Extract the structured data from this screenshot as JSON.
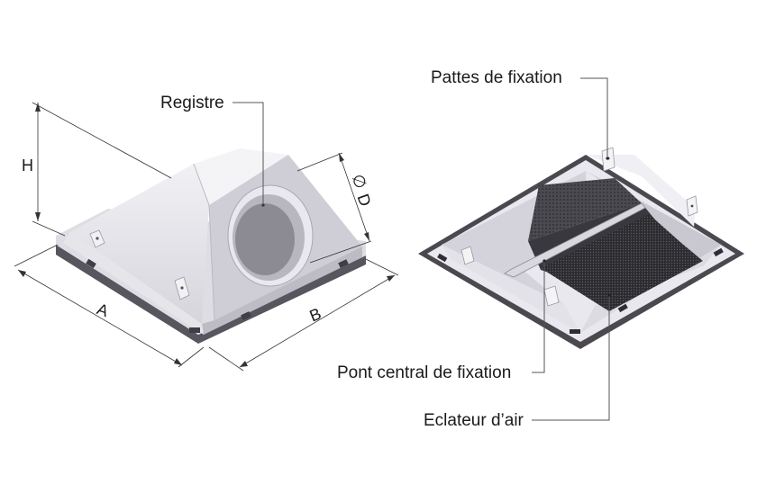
{
  "labels": {
    "registre": "Registre",
    "pattes": "Pattes de fixation",
    "pont": "Pont central de fixation",
    "eclateur": "Eclateur d’air"
  },
  "dimensions": {
    "h": "H",
    "a": "A",
    "b": "B",
    "d": "D",
    "diameter_symbol": "∅"
  },
  "colors": {
    "body_light": "#eeeef2",
    "body_mid": "#d9d8de",
    "body_shadow": "#c8c7cf",
    "base_dark": "#55535c",
    "frame_dark": "#4a474f",
    "mesh": "#3a3a3e"
  }
}
